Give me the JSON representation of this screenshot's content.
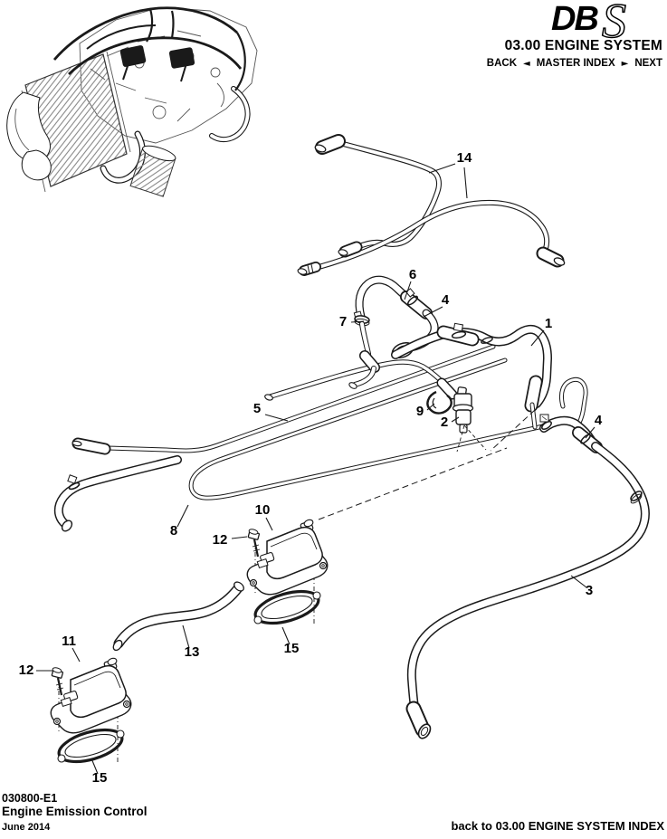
{
  "header": {
    "logo": {
      "db": "DB",
      "s": "S"
    },
    "section_title": "03.00 ENGINE SYSTEM",
    "nav": {
      "back_label": "BACK",
      "back_arrow": "◄",
      "index_label": "MASTER INDEX",
      "next_arrow": "►",
      "next_label": "NEXT"
    }
  },
  "diagram": {
    "callouts": [
      {
        "label": "14"
      },
      {
        "label": "6"
      },
      {
        "label": "4"
      },
      {
        "label": "7"
      },
      {
        "label": "1"
      },
      {
        "label": "5"
      },
      {
        "label": "9"
      },
      {
        "label": "2"
      },
      {
        "label": "8"
      },
      {
        "label": "10"
      },
      {
        "label": "12"
      },
      {
        "label": "15"
      },
      {
        "label": "13"
      },
      {
        "label": "11"
      },
      {
        "label": "12"
      },
      {
        "label": "15"
      },
      {
        "label": "4"
      },
      {
        "label": "3"
      }
    ]
  },
  "footer": {
    "doc_code": "030800-E1",
    "doc_title": "Engine Emission Control",
    "date": "June 2014",
    "back_link": "back to 03.00 ENGINE SYSTEM INDEX"
  },
  "colors": {
    "line": "#1a1a1a",
    "background": "#ffffff"
  }
}
